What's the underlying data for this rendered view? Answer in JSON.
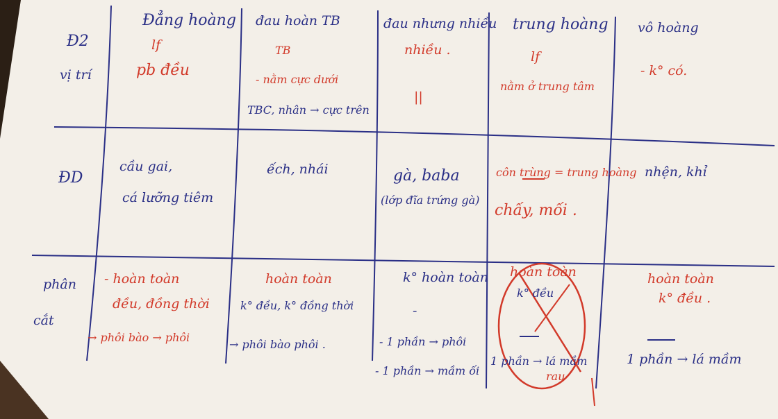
{
  "colors": {
    "paper": "#f3efe8",
    "ink_blue": "#2a2f86",
    "ink_red": "#d23a2a",
    "background": "#3a2a1c"
  },
  "columns": {
    "c1": "Đẳng hoàng",
    "c2": "đau hoàn TB",
    "c3": "đau nhưng nhiều",
    "c4": "trung hoàng",
    "c5": "vô hoàng"
  },
  "rows": {
    "r1_label": "Đ2",
    "r1_sub": "vị trí",
    "r2_label": "ĐD",
    "r3_label": "phân",
    "r3_sub": "cắt"
  },
  "cells": {
    "r1c1_a": "lf",
    "r1c1_b": "pb đều",
    "r1c2_a": "TB",
    "r1c2_b": "- nằm cực dưới",
    "r1c2_c": "TBC, nhân → cực trên",
    "r1c3_a": "nhiều .",
    "r1c3_b": "||",
    "r1c4_a": "lf",
    "r1c4_b": "nằm ở trung tâm",
    "r1c5_a": "- k° có.",
    "r2c1_a": "cầu gai,",
    "r2c1_b": "cá lưỡng tiêm",
    "r2c2_a": "ếch, nhái",
    "r2c3_a": "gà, baba",
    "r2c3_b": "(lớp đĩa trứng gà)",
    "r2c4_a": "côn trùng = trung hoàng",
    "r2c4_b": "chấy, mối .",
    "r2c5_a": "nhện, khỉ",
    "r3c1_a": "- hoàn toàn",
    "r3c1_b": "đều, đồng thời",
    "r3c1_c": "→ phôi bào → phôi",
    "r3c2_a": "hoàn toàn",
    "r3c2_b": "k° đều, k° đồng thời",
    "r3c2_c": "→ phôi bào phôi .",
    "r3c3_a": "k° hoàn toàn",
    "r3c3_b": "-",
    "r3c3_c": "- 1 phần → phôi",
    "r3c3_d": "- 1 phần → mầm ối",
    "r3c4_a": "hoàn toàn",
    "r3c4_b": "k° đều",
    "r3c4_c": "1 phần → lá mầm",
    "r3c4_d": "rau",
    "r3c5_a": "hoàn toàn",
    "r3c5_b": "k° đều .",
    "r3c5_c": "1 phần → lá mầm"
  }
}
